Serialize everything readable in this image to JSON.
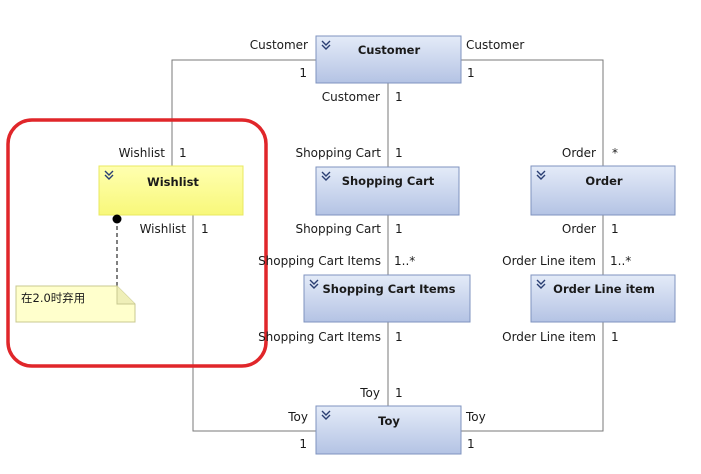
{
  "entities": {
    "customer": {
      "title": "Customer"
    },
    "wishlist": {
      "title": "Wishlist"
    },
    "shopping_cart": {
      "title": "Shopping Cart"
    },
    "order": {
      "title": "Order"
    },
    "shopping_cart_items": {
      "title": "Shopping Cart Items"
    },
    "order_line_item": {
      "title": "Order Line item"
    },
    "toy": {
      "title": "Toy"
    }
  },
  "labels": {
    "cust_left_role": "Customer",
    "cust_left_mult": "1",
    "cust_right_role": "Customer",
    "cust_right_mult": "1",
    "cust_bottom_role": "Customer",
    "cust_bottom_mult": "1",
    "wish_top_role": "Wishlist",
    "wish_top_mult": "1",
    "wish_bottom_role": "Wishlist",
    "wish_bottom_mult": "1",
    "cart_top_role": "Shopping Cart",
    "cart_top_mult": "1",
    "cart_bottom_role": "Shopping Cart",
    "cart_bottom_mult": "1",
    "order_top_role": "Order",
    "order_top_mult": "*",
    "order_bottom_role": "Order",
    "order_bottom_mult": "1",
    "items_top_role": "Shopping Cart Items",
    "items_top_mult": "1..*",
    "items_bottom_role": "Shopping Cart Items",
    "items_bottom_mult": "1",
    "oli_top_role": "Order Line item",
    "oli_top_mult": "1..*",
    "oli_bottom_role": "Order Line item",
    "oli_bottom_mult": "1",
    "toy_top_role": "Toy",
    "toy_top_mult": "1",
    "toy_left_role": "Toy",
    "toy_left_mult": "1",
    "toy_right_role": "Toy",
    "toy_right_mult": "1"
  },
  "note": {
    "text": "在2.0时弃用"
  },
  "colors": {
    "entity_fill_top": "#dde6f6",
    "entity_fill_bottom": "#b7c6e6",
    "entity_border": "#7f93bf",
    "wishlist_fill": "#ffff99",
    "note_fill": "#ffffcc",
    "highlight": "#e0262a"
  }
}
